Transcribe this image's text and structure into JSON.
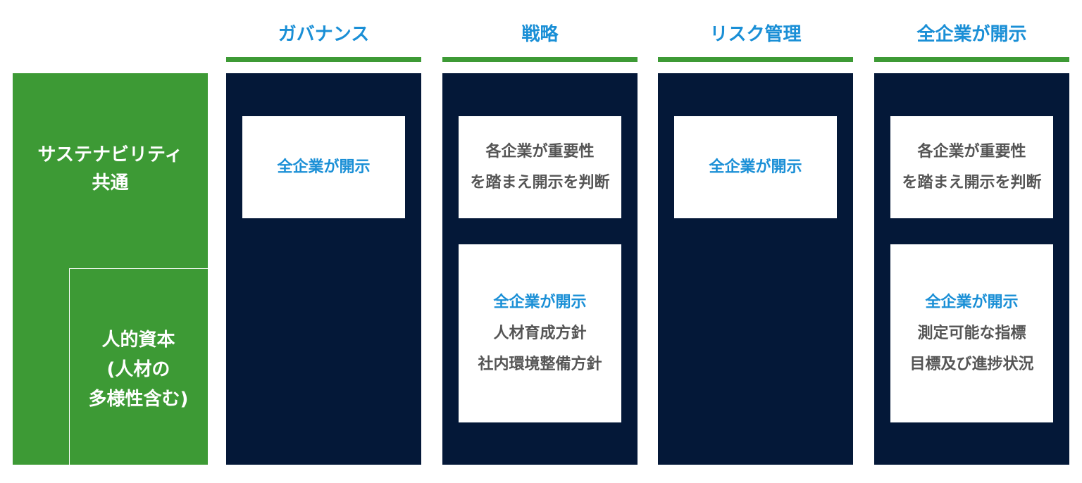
{
  "columns": [
    {
      "header": "ガバナンス"
    },
    {
      "header": "戦略"
    },
    {
      "header": "リスク管理"
    },
    {
      "header": "全企業が開示"
    }
  ],
  "rows": {
    "sustainability": {
      "line1": "サステナビリティ",
      "line2": "共通"
    },
    "human_capital": {
      "line1": "人的資本",
      "line2": "(人材の",
      "line3": "多様性含む)"
    }
  },
  "cards": {
    "governance_top": {
      "line1": "全企業が開示"
    },
    "strategy_top": {
      "line1": "各企業が重要性",
      "line2": "を踏まえ開示を判断"
    },
    "strategy_bottom": {
      "line1": "全企業が開示",
      "line2": "人材育成方針",
      "line3": "社内環境整備方針"
    },
    "risk_top": {
      "line1": "全企業が開示"
    },
    "metrics_top": {
      "line1": "各企業が重要性",
      "line2": "を踏まえ開示を判断"
    },
    "metrics_bottom": {
      "line1": "全企業が開示",
      "line2": "測定可能な指標",
      "line3": "目標及び進捗状況"
    }
  },
  "colors": {
    "green": "#3d9a35",
    "navy": "#041838",
    "blue_text": "#1a8fd6",
    "gray_text": "#555555"
  }
}
